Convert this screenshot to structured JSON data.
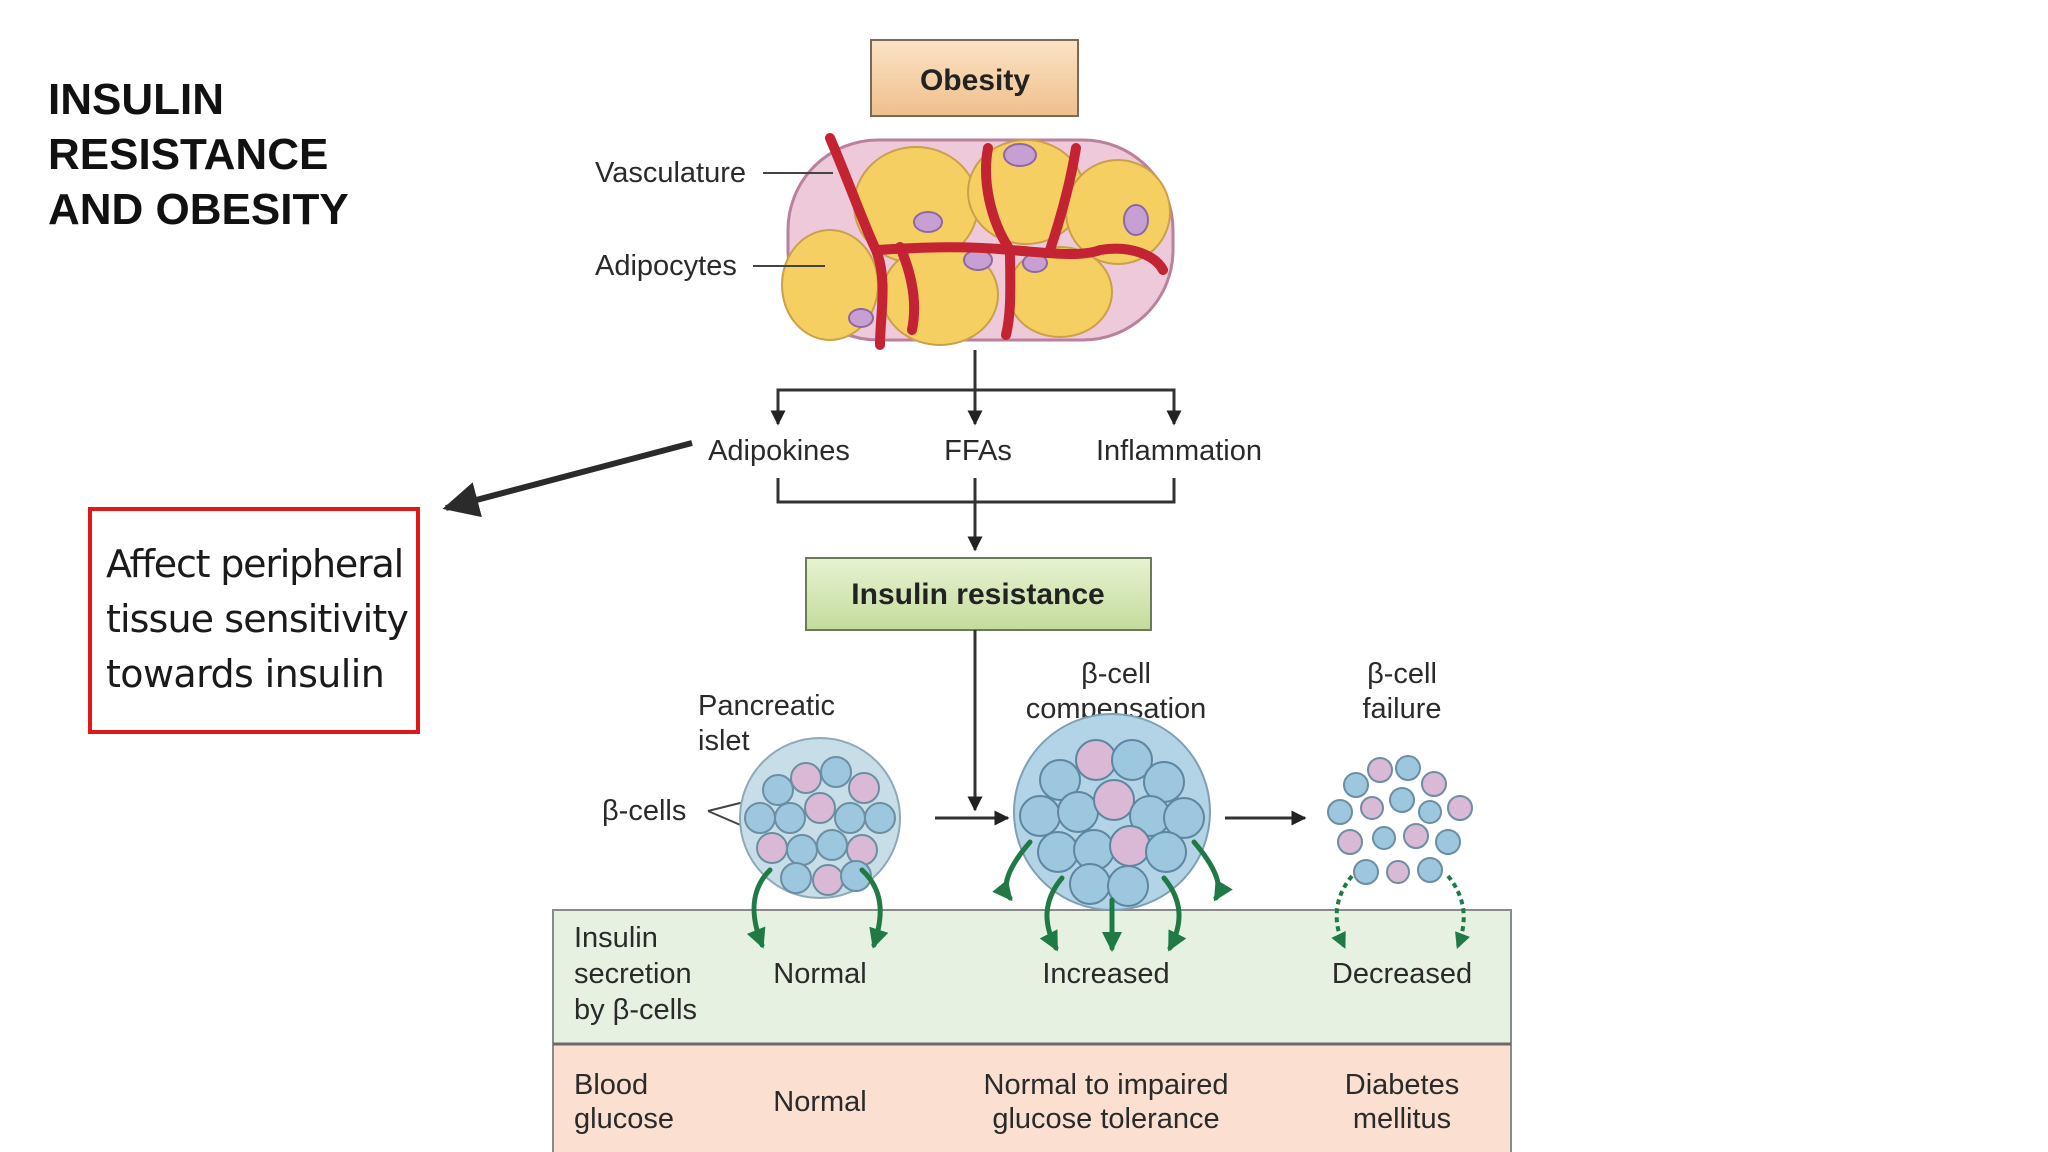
{
  "slide_title": [
    "INSULIN",
    "RESISTANCE",
    "AND OBESITY"
  ],
  "note_box": [
    "Affect peripheral",
    "tissue sensitivity",
    "towards insulin"
  ],
  "diagram": {
    "obesity_box": "Obesity",
    "vasculature_label": "Vasculature",
    "adipocytes_label": "Adipocytes",
    "factors": [
      "Adipokines",
      "FFAs",
      "Inflammation"
    ],
    "insulin_resistance_box": "Insulin resistance",
    "pancreatic_islet_label": [
      "Pancreatic",
      "islet"
    ],
    "beta_cells_label": "β-cells",
    "compensation_label": [
      "β-cell",
      "compensation"
    ],
    "failure_label": [
      "β-cell",
      "failure"
    ],
    "table": {
      "row1_header": [
        "Insulin",
        "secretion",
        "by β-cells"
      ],
      "row1_values": [
        "Normal",
        "Increased",
        "Decreased"
      ],
      "row2_header": [
        "Blood",
        "glucose"
      ],
      "row2_values": [
        [
          "Normal"
        ],
        [
          "Normal to impaired",
          "glucose tolerance"
        ],
        [
          "Diabetes",
          "mellitus"
        ]
      ]
    }
  },
  "colors": {
    "obesity_fill": "#f6d3a8",
    "insulin_fill": "#d5e7b5",
    "row1_fill": "#e7f1e2",
    "row2_fill": "#fbe0d2",
    "vessel": "#c32332",
    "adipocyte": "#f6cf63",
    "green_arrow": "#1f7a45",
    "note_border": "#e01818"
  }
}
